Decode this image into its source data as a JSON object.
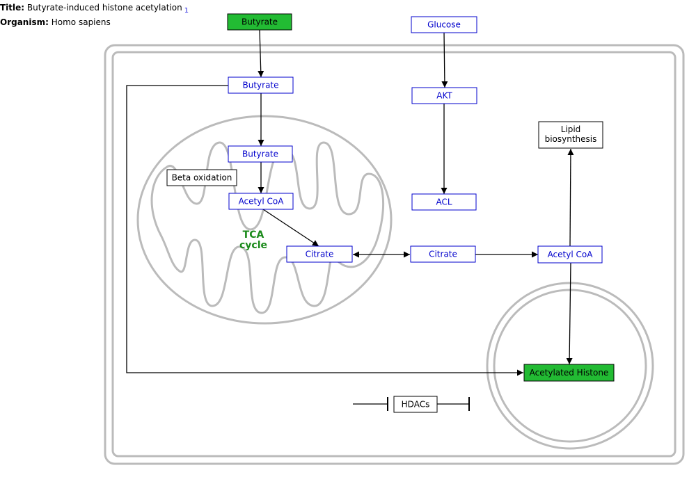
{
  "header": {
    "title_label": "Title:",
    "title": "Butyrate-induced histone acetylation",
    "title_ref": "1",
    "organism_label": "Organism:",
    "organism": "Homo sapiens"
  },
  "colors": {
    "gene_border": "#0000cc",
    "gene_text": "#0000cc",
    "highlight_fill": "#22bb33",
    "compartment": "#bbbbbb",
    "tca_label": "#1a8a1a"
  },
  "nodes": {
    "butyrate_top": "Butyrate",
    "glucose": "Glucose",
    "butyrate_cell": "Butyrate",
    "akt": "AKT",
    "lipid_line1": "Lipid",
    "lipid_line2": "biosynthesis",
    "butyrate_mito": "Butyrate",
    "beta_oxidation": "Beta oxidation",
    "acetyl_coa_mito": "Acetyl CoA",
    "acl": "ACL",
    "tca_line1": "TCA",
    "tca_line2": "cycle",
    "citrate_mito": "Citrate",
    "citrate_cyto": "Citrate",
    "acetyl_coa_cyto": "Acetyl CoA",
    "acetylated_histone": "Acetylated Histone",
    "hdacs": "HDACs"
  }
}
